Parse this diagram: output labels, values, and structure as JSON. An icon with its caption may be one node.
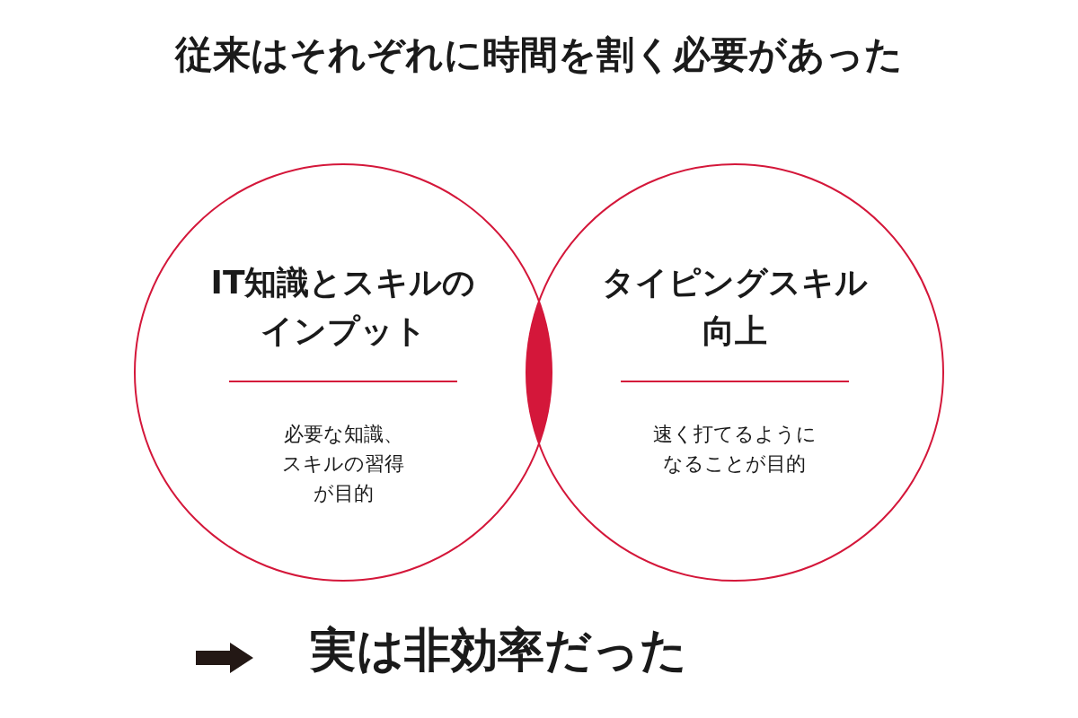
{
  "diagram": {
    "title": "従来はそれぞれに時間を割く必要があった",
    "nodes": [
      {
        "text": [
          "IT知識とスキルのインプット",
          "必要な知識、スキルの習得が目的"
        ]
      },
      {
        "text": [
          "タイピングスキル向上",
          "速く打てるようになることが目的"
        ]
      },
      {
        "text": [],
        "shape": "lens"
      }
    ],
    "labels": [
      "実は非効率だった"
    ]
  }
}
